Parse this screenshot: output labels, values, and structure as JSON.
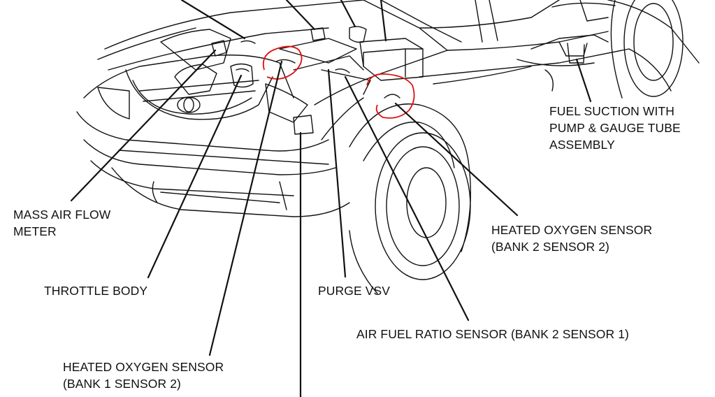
{
  "labels": {
    "mass_air_flow": [
      "MASS AIR FLOW",
      "METER"
    ],
    "throttle_body": [
      "THROTTLE BODY"
    ],
    "purge_vsv": [
      "PURGE VSV"
    ],
    "air_fuel_ratio": [
      "AIR FUEL RATIO SENSOR (BANK 2 SENSOR 1)"
    ],
    "heated_o2_bank1": [
      "HEATED OXYGEN SENSOR",
      "(BANK 1 SENSOR 2)"
    ],
    "heated_o2_bank2": [
      "HEATED OXYGEN SENSOR",
      "(BANK 2 SENSOR 2)"
    ],
    "fuel_suction": [
      "FUEL SUCTION WITH",
      "PUMP & GAUGE TUBE",
      "ASSEMBLY"
    ]
  },
  "colors": {
    "line": "#111111",
    "highlight": "#e01010"
  }
}
